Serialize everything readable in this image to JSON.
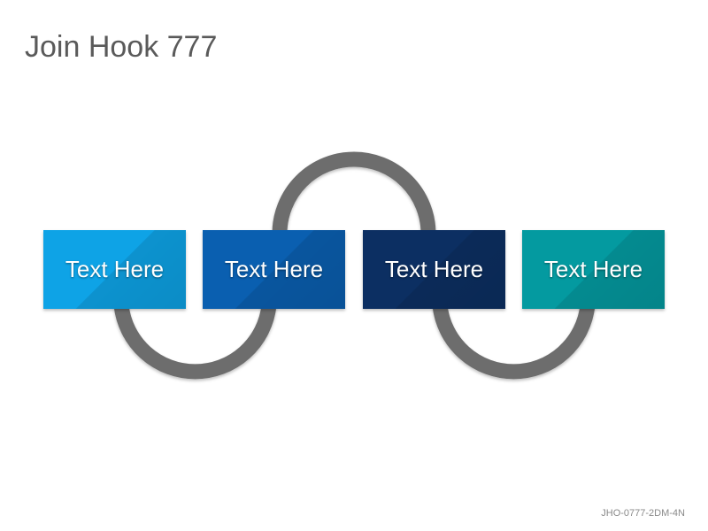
{
  "title": "Join Hook 777",
  "footer_code": "JHO-0777-2DM-4N",
  "boxes": [
    {
      "label": "Text Here",
      "color": "#0ea3e6"
    },
    {
      "label": "Text Here",
      "color": "#0a5fb0"
    },
    {
      "label": "Text Here",
      "color": "#0c2f62"
    },
    {
      "label": "Text Here",
      "color": "#049aa0"
    }
  ],
  "hook_color": "#6d6d6d"
}
